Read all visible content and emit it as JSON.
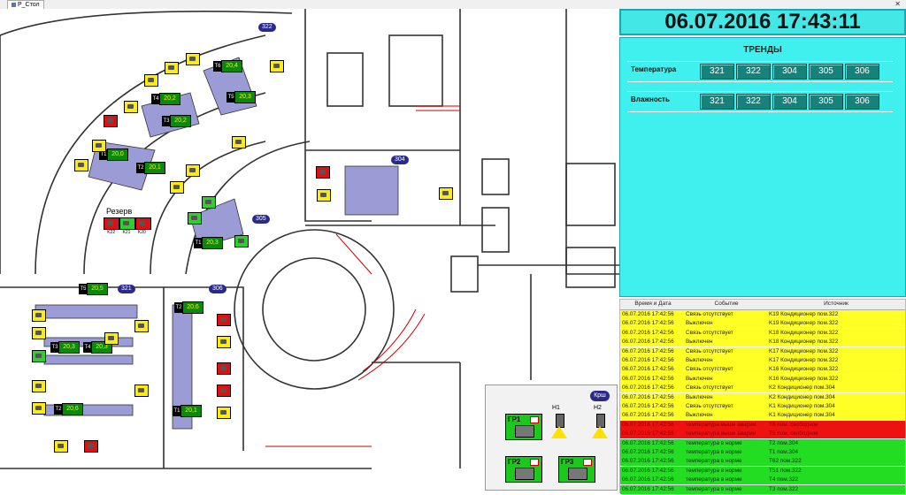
{
  "window": {
    "tab_label": "P_Стол",
    "close_glyph": "✕"
  },
  "plan": {
    "room_labels": [
      "322",
      "304",
      "305",
      "321",
      "306",
      "Крш"
    ],
    "reserve_label": "Резерв",
    "reserve_units": [
      "K22",
      "K21",
      "K20"
    ],
    "sensors": [
      {
        "tag": "T6",
        "value": "20,4"
      },
      {
        "tag": "T4",
        "value": "20,2"
      },
      {
        "tag": "T5",
        "value": "20,3"
      },
      {
        "tag": "T3",
        "value": "20,2"
      },
      {
        "tag": "T1",
        "value": "20,0"
      },
      {
        "tag": "T2",
        "value": "20,1"
      },
      {
        "tag": "T1",
        "value": "20,3"
      },
      {
        "tag": "T5",
        "value": "20,5"
      },
      {
        "tag": "T2",
        "value": "20,6"
      },
      {
        "tag": "T3",
        "value": "20,3"
      },
      {
        "tag": "T4",
        "value": "20,3"
      },
      {
        "tag": "T2",
        "value": "20,6"
      },
      {
        "tag": "T1",
        "value": "20,1"
      }
    ],
    "pump_labels": [
      "H1",
      "H2"
    ],
    "groups": [
      "ГР1",
      "ГР2",
      "ГР3"
    ]
  },
  "clock": {
    "datetime": "06.07.2016 17:43:11"
  },
  "trends": {
    "title": "ТРЕНДЫ",
    "rows": [
      {
        "label": "Температура",
        "buttons": [
          "321",
          "322",
          "304",
          "305",
          "306"
        ]
      },
      {
        "label": "Влажность",
        "buttons": [
          "321",
          "322",
          "304",
          "305",
          "306"
        ]
      }
    ]
  },
  "events": {
    "headers": [
      "Время и Дата",
      "Событие",
      "Источник"
    ],
    "rows": [
      {
        "time": "06.07.2016 17:42:56",
        "event": "Связь отсутствует",
        "source": "K19 Кондиционер пом.322",
        "level": "yellow"
      },
      {
        "time": "06.07.2016 17:42:56",
        "event": "Выключен",
        "source": "K19 Кондиционер пом.322",
        "level": "yellow"
      },
      {
        "time": "06.07.2016 17:42:56",
        "event": "Связь отсутствует",
        "source": "K18 Кондиционер пом.322",
        "level": "yellow"
      },
      {
        "time": "06.07.2016 17:42:56",
        "event": "Выключен",
        "source": "K18 Кондиционер пом.322",
        "level": "yellow"
      },
      {
        "time": "06.07.2016 17:42:56",
        "event": "Связь отсутствует",
        "source": "K17 Кондиционер пом.322",
        "level": "yellow"
      },
      {
        "time": "06.07.2016 17:42:56",
        "event": "Выключен",
        "source": "K17 Кондиционер пом.322",
        "level": "yellow"
      },
      {
        "time": "06.07.2016 17:42:56",
        "event": "Связь отсутствует",
        "source": "K16 Кондиционер пом.322",
        "level": "yellow"
      },
      {
        "time": "06.07.2016 17:42:56",
        "event": "Выключен",
        "source": "K16 Кондиционер пом.322",
        "level": "yellow"
      },
      {
        "time": "06.07.2016 17:42:56",
        "event": "Связь отсутствует",
        "source": "K2 Кондиционер пом.304",
        "level": "yellow"
      },
      {
        "time": "06.07.2016 17:42:56",
        "event": "Выключен",
        "source": "K2 Кондиционер пом.304",
        "level": "yellow"
      },
      {
        "time": "06.07.2016 17:42:56",
        "event": "Связь отсутствует",
        "source": "K1 Кондиционер пом.304",
        "level": "yellow"
      },
      {
        "time": "06.07.2016 17:42:56",
        "event": "Выключен",
        "source": "K1 Кондиционер пом.304",
        "level": "yellow"
      },
      {
        "time": "06.07.2016 17:42:56",
        "event": "температура выше аварии",
        "source": "T6 пом. свободное",
        "level": "red"
      },
      {
        "time": "06.07.2016 17:42:56",
        "event": "температура выше аварии",
        "source": "T5 пом. свободное",
        "level": "red"
      },
      {
        "time": "06.07.2016 17:42:56",
        "event": "температура в норме",
        "source": "T2 пом.304",
        "level": "green"
      },
      {
        "time": "06.07.2016 17:42:56",
        "event": "температура в норме",
        "source": "T1 пом.304",
        "level": "green"
      },
      {
        "time": "06.07.2016 17:42:56",
        "event": "температура в норме",
        "source": "T62 пом.322",
        "level": "green"
      },
      {
        "time": "06.07.2016 17:42:56",
        "event": "температура в норме",
        "source": "T51 пом.322",
        "level": "green"
      },
      {
        "time": "06.07.2016 17:42:56",
        "event": "температура в норме",
        "source": "T4 пом.322",
        "level": "green"
      },
      {
        "time": "06.07.2016 17:42:56",
        "event": "температура в норме",
        "source": "T3 пом.322",
        "level": "green"
      }
    ]
  },
  "colors": {
    "panel_cyan": "#40f0ee",
    "alarm_yellow": "#ffff26",
    "alarm_red": "#ee1111",
    "normal_green": "#22dd22",
    "room_label_blue": "#2a2a8a"
  }
}
